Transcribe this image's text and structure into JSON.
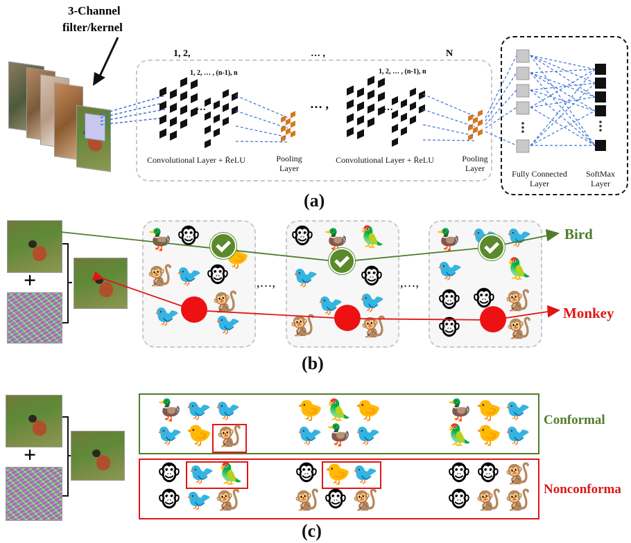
{
  "panel_a": {
    "filter_label_1": "3-Channel",
    "filter_label_2": "filter/kernel",
    "index_start": "1, 2,",
    "index_dots": "… ,",
    "index_end": "N",
    "sub_index_1": "1, 2, … , (n-1), n",
    "sub_index_2": "1, 2, … , (n-1), n",
    "ellipsis_small": "…",
    "ellipsis_mid": "… ,",
    "ellipsis_small_2": "…",
    "conv_label_1": "Convolutional Layer + R̄eLU",
    "pool_label_1": "Pooling Layer",
    "conv_label_2": "Convolutional Layer + R̄eLU",
    "pool_label_2": "Pooling Layer",
    "fc_label": "Fully Connected Layer",
    "softmax_label": "SoftMax Layer",
    "caption": "(a)"
  },
  "panel_b": {
    "plus": "+",
    "sep_1": ",…,",
    "sep_2": ",…,",
    "class_bird": "Bird",
    "class_monkey": "Monkey",
    "caption": "(b)",
    "colors": {
      "bird": "#4f7c2a",
      "monkey": "#e01515"
    }
  },
  "panel_c": {
    "plus": "+",
    "conformal_label": "Conformal",
    "nonconformal_label": "Nonconforma",
    "caption": "(c)",
    "colors": {
      "conformal": "#4f7c2a",
      "nonconformal": "#e01515"
    }
  },
  "icons": {
    "bird_icons": [
      "🦆",
      "🐦",
      "🦜",
      "🐤"
    ],
    "monkey_icons": [
      "🐒",
      "🐵"
    ]
  }
}
